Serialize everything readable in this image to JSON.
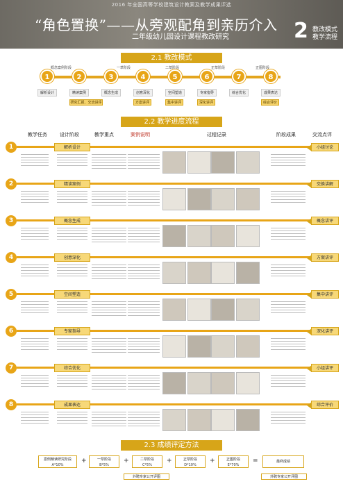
{
  "header": {
    "top_line": "2016 年全国高等学校建筑设计教案及教学成果评选",
    "title": "“角色置换”——从旁观配角到亲历介入",
    "subtitle": "二年级幼儿园设计课程教改研究",
    "number": "2",
    "side_title": "教改模式\n教学流程"
  },
  "section1": {
    "title": "2.1 教改模式"
  },
  "section2": {
    "title": "2.2 教学进度流程"
  },
  "section3": {
    "title": "2.3 成绩评定方法"
  },
  "timeline": {
    "stages": [
      "概念案例阶段",
      "一草阶段",
      "二草阶段",
      "正草阶段",
      "正图阶段"
    ],
    "nodes": [
      "1",
      "2",
      "3",
      "4",
      "5",
      "6",
      "7",
      "8"
    ],
    "labels": [
      "解析设计",
      "精读案例",
      "概念生成",
      "创意深化",
      "空间塑造",
      "专家指导",
      "综合优化",
      "成果表达"
    ],
    "tags": [
      "研究汇报、交流讲评",
      "方案讲评",
      "集中讲评",
      "深化讲评",
      "综合评价"
    ]
  },
  "columns": [
    "教学任务",
    "设计阶段",
    "教学重点",
    "案例说明",
    "过程记录",
    "阶段成果",
    "交流点评"
  ],
  "rows": [
    {
      "num": "1",
      "stage": "解析设计",
      "review": "小组讨论"
    },
    {
      "num": "2",
      "stage": "精读案例",
      "review": "交换讲解"
    },
    {
      "num": "3",
      "stage": "概念生成",
      "review": "概念讲评"
    },
    {
      "num": "4",
      "stage": "创意深化",
      "review": "方案讲评"
    },
    {
      "num": "5",
      "stage": "空间塑造",
      "review": "集中讲评"
    },
    {
      "num": "6",
      "stage": "专家指导",
      "review": "深化讲评"
    },
    {
      "num": "7",
      "stage": "综合优化",
      "review": "小组讲评"
    },
    {
      "num": "8",
      "stage": "成果表达",
      "review": "综合评价"
    }
  ],
  "footer": {
    "items": [
      "案例精读研究阶段\nA*10%",
      "一草阶段\nB*5%",
      "二草阶段\nC*5%",
      "正草阶段\nD*10%",
      "正图阶段\nE*70%",
      "最终成绩"
    ],
    "ops": [
      "+",
      "+",
      "+",
      "+",
      "="
    ],
    "tags": [
      "外聘专家公开评图",
      "外聘专家公开评图"
    ]
  },
  "colors": {
    "accent": "#e8a517",
    "header_bg": "#7a766e",
    "light": "#f7d878"
  }
}
